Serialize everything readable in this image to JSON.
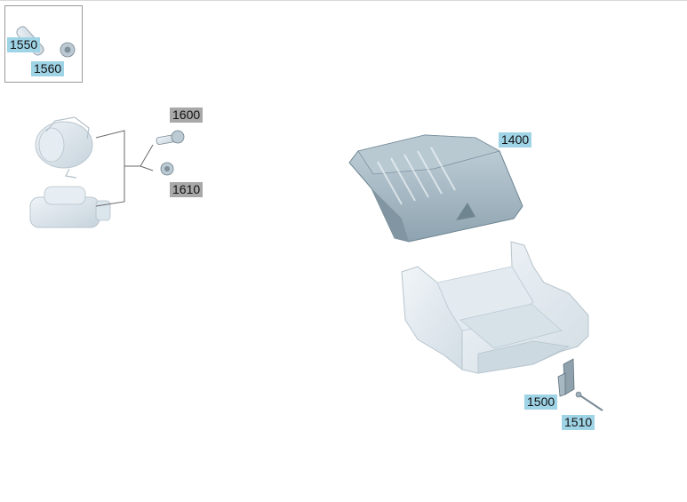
{
  "colors": {
    "callout_highlight": "#9fd3e6",
    "callout_muted": "#a8a8a8",
    "part_fill": "#dfe8ef",
    "cover_fill": "#aebfca"
  },
  "callouts": {
    "p1550": "1550",
    "p1560": "1560",
    "p1600": "1600",
    "p1610": "1610",
    "p1400": "1400",
    "p1500": "1500",
    "p1510": "1510"
  }
}
